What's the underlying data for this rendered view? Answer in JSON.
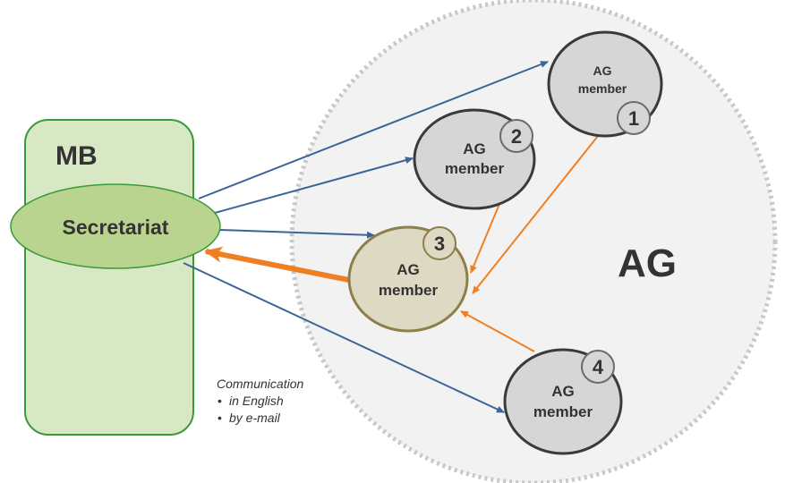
{
  "labels": {
    "mb": "MB",
    "secretariat": "Secretariat",
    "ag": "AG"
  },
  "members": [
    {
      "number": "1",
      "line1": "AG",
      "line2": "member"
    },
    {
      "number": "2",
      "line1": "AG",
      "line2": "member"
    },
    {
      "number": "3",
      "line1": "AG",
      "line2": "member"
    },
    {
      "number": "4",
      "line1": "AG",
      "line2": "member"
    }
  ],
  "communication": {
    "title": "Communication",
    "items": [
      "in English",
      "by e-mail"
    ]
  },
  "colors": {
    "mb_fill": "#d9e8c4",
    "mb_stroke": "#3a9a3a",
    "secretariat_fill": "#b9d48f",
    "ag_circle_fill": "#f2f2f2",
    "ag_circle_stroke": "#c8c8c8",
    "member_fill": "#d6d6d6",
    "member_stroke": "#3a3a3a",
    "member3_fill": "#ddd9c3",
    "member3_stroke": "#8c7f4a",
    "blue_arrow": "#3c6496",
    "orange_arrow": "#f07f24"
  }
}
